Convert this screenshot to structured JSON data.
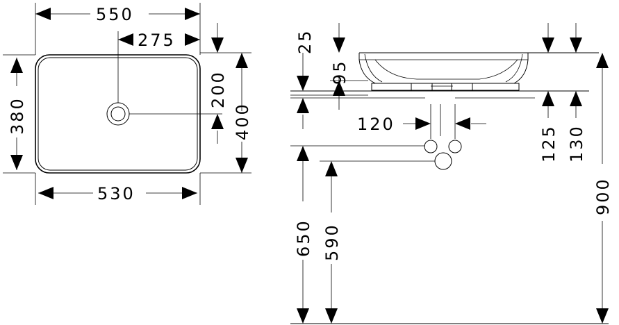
{
  "plan_view": {
    "overall_width": "550",
    "half_width": "275",
    "inner_width": "530",
    "overall_depth": "400",
    "inner_depth": "380",
    "drain_offset": "200"
  },
  "side_view": {
    "rim_height": "25",
    "bowl_height": "95",
    "drain_spacing": "120",
    "level_125": "125",
    "level_130": "130",
    "overall_height": "900",
    "height_650": "650",
    "height_590": "590"
  }
}
